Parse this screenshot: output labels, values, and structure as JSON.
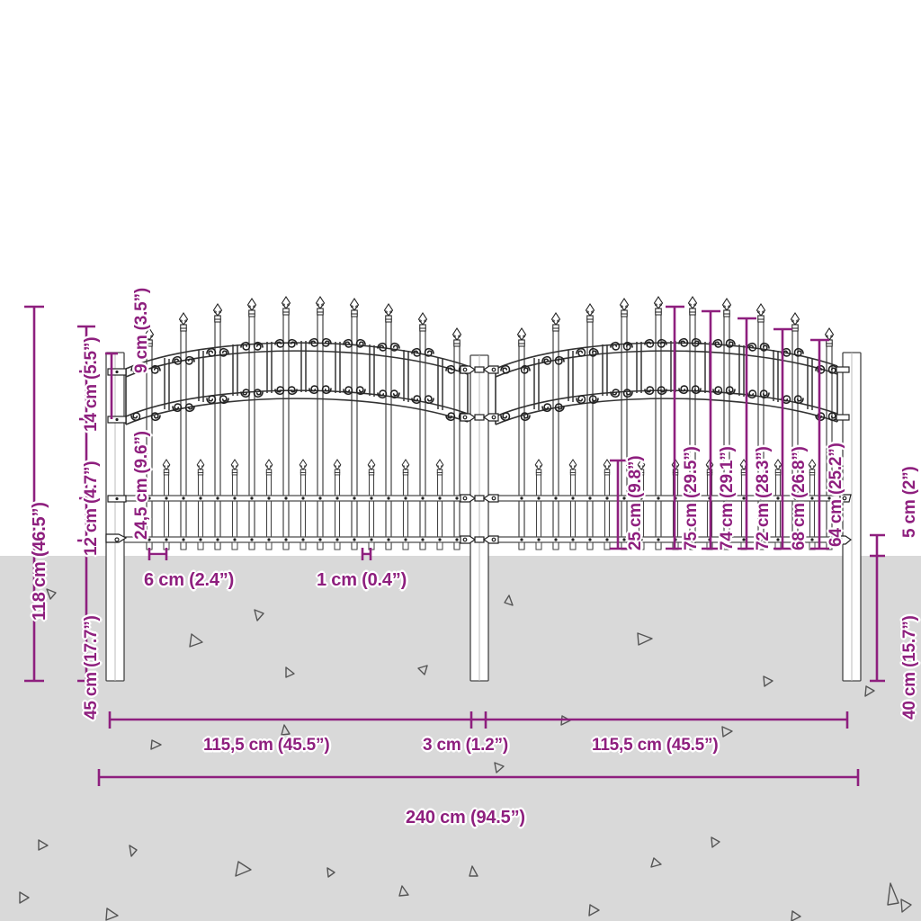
{
  "meta": {
    "title": "Fence panel technical drawing with dimensions",
    "units": "cm / inch",
    "accent_color": "#8E1F7E",
    "ground_color": "#D9D9D9",
    "sky_color": "#FFFFFF",
    "line_color": "#333333"
  },
  "dimensions": {
    "vertical_left": [
      {
        "id": "total-height",
        "label": "118 cm (46.5”)"
      },
      {
        "id": "buried-depth",
        "label": "45 cm (17.7”)"
      },
      {
        "id": "rail-gap-lower",
        "label": "12 cm (4.7”)"
      },
      {
        "id": "rail-gap-upper",
        "label": "14 cm (5.5”)"
      },
      {
        "id": "post-top-offset",
        "label": "9 cm (3.5”)"
      },
      {
        "id": "panel-mid-height",
        "label": "24,5 cm (9.6”)"
      }
    ],
    "vertical_right": [
      {
        "id": "picket-height-1",
        "label": "75 cm (29.5”)"
      },
      {
        "id": "picket-height-2",
        "label": "74 cm (29.1”)"
      },
      {
        "id": "picket-height-3",
        "label": "72 cm (28.3”)"
      },
      {
        "id": "picket-height-4",
        "label": "68 cm (26.8”)"
      },
      {
        "id": "picket-height-5",
        "label": "64 cm (25.2”)"
      },
      {
        "id": "lower-picket-height",
        "label": "25 cm (9.8”)"
      },
      {
        "id": "post-above-ground-gap",
        "label": "5 cm (2”)"
      },
      {
        "id": "post-below-ground",
        "label": "40 cm (15.7”)"
      }
    ],
    "horizontal_small": [
      {
        "id": "picket-spacing",
        "label": "6 cm (2.4”)"
      },
      {
        "id": "picket-width",
        "label": "1 cm (0.4”)"
      }
    ],
    "horizontal_bottom": [
      {
        "id": "panel-width-left",
        "label": "115,5 cm (45.5”)"
      },
      {
        "id": "center-post-width",
        "label": "3 cm (1.2”)"
      },
      {
        "id": "panel-width-right",
        "label": "115,5 cm (45.5”)"
      },
      {
        "id": "overall-width",
        "label": "240 cm (94.5”)"
      }
    ]
  }
}
